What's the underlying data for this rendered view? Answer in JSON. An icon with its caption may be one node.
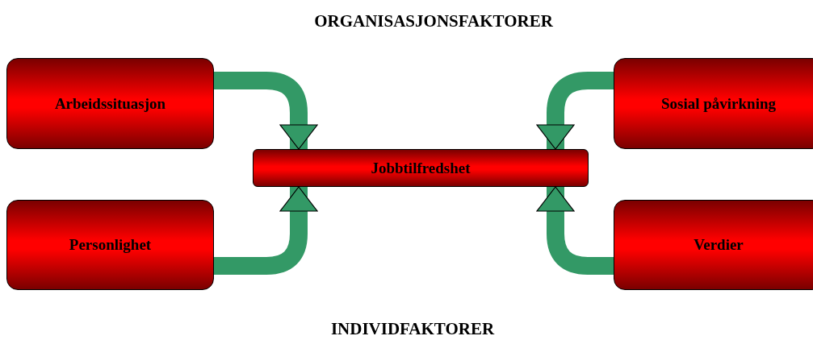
{
  "diagram": {
    "nodes": [
      {
        "text": [
          "Arbeidssituasjon"
        ]
      },
      {
        "text": [
          "Sosial påvirkning"
        ]
      },
      {
        "text": [
          "Jobbtilfredshet"
        ]
      },
      {
        "text": [
          "Personlighet"
        ]
      },
      {
        "text": [
          "Verdier"
        ]
      }
    ],
    "edges": [
      {
        "from": 0,
        "to": 2,
        "arrow": "to"
      },
      {
        "from": 1,
        "to": 2,
        "arrow": "to"
      },
      {
        "from": 3,
        "to": 2,
        "arrow": "to"
      },
      {
        "from": 4,
        "to": 2,
        "arrow": "to"
      }
    ],
    "labels": [
      "ORGANISASJONSFAKTORER",
      "INDIVIDFAKTORER"
    ]
  }
}
